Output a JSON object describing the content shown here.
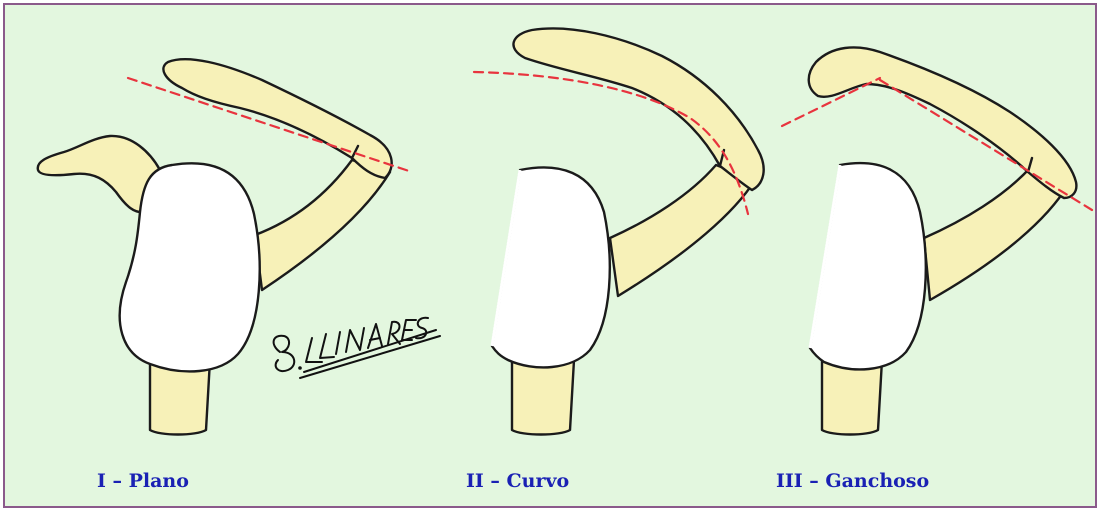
{
  "captions": {
    "type_1": "I – Plano",
    "type_2": "II – Curvo",
    "type_3": "III – Ganchoso"
  },
  "signature": "B. LLINARES",
  "colors": {
    "background": "#e3f7df",
    "border": "#8b5a8b",
    "bone_fill": "#f7f1b8",
    "caption_text": "#1a21b4",
    "reference_line": "#e8343e"
  }
}
